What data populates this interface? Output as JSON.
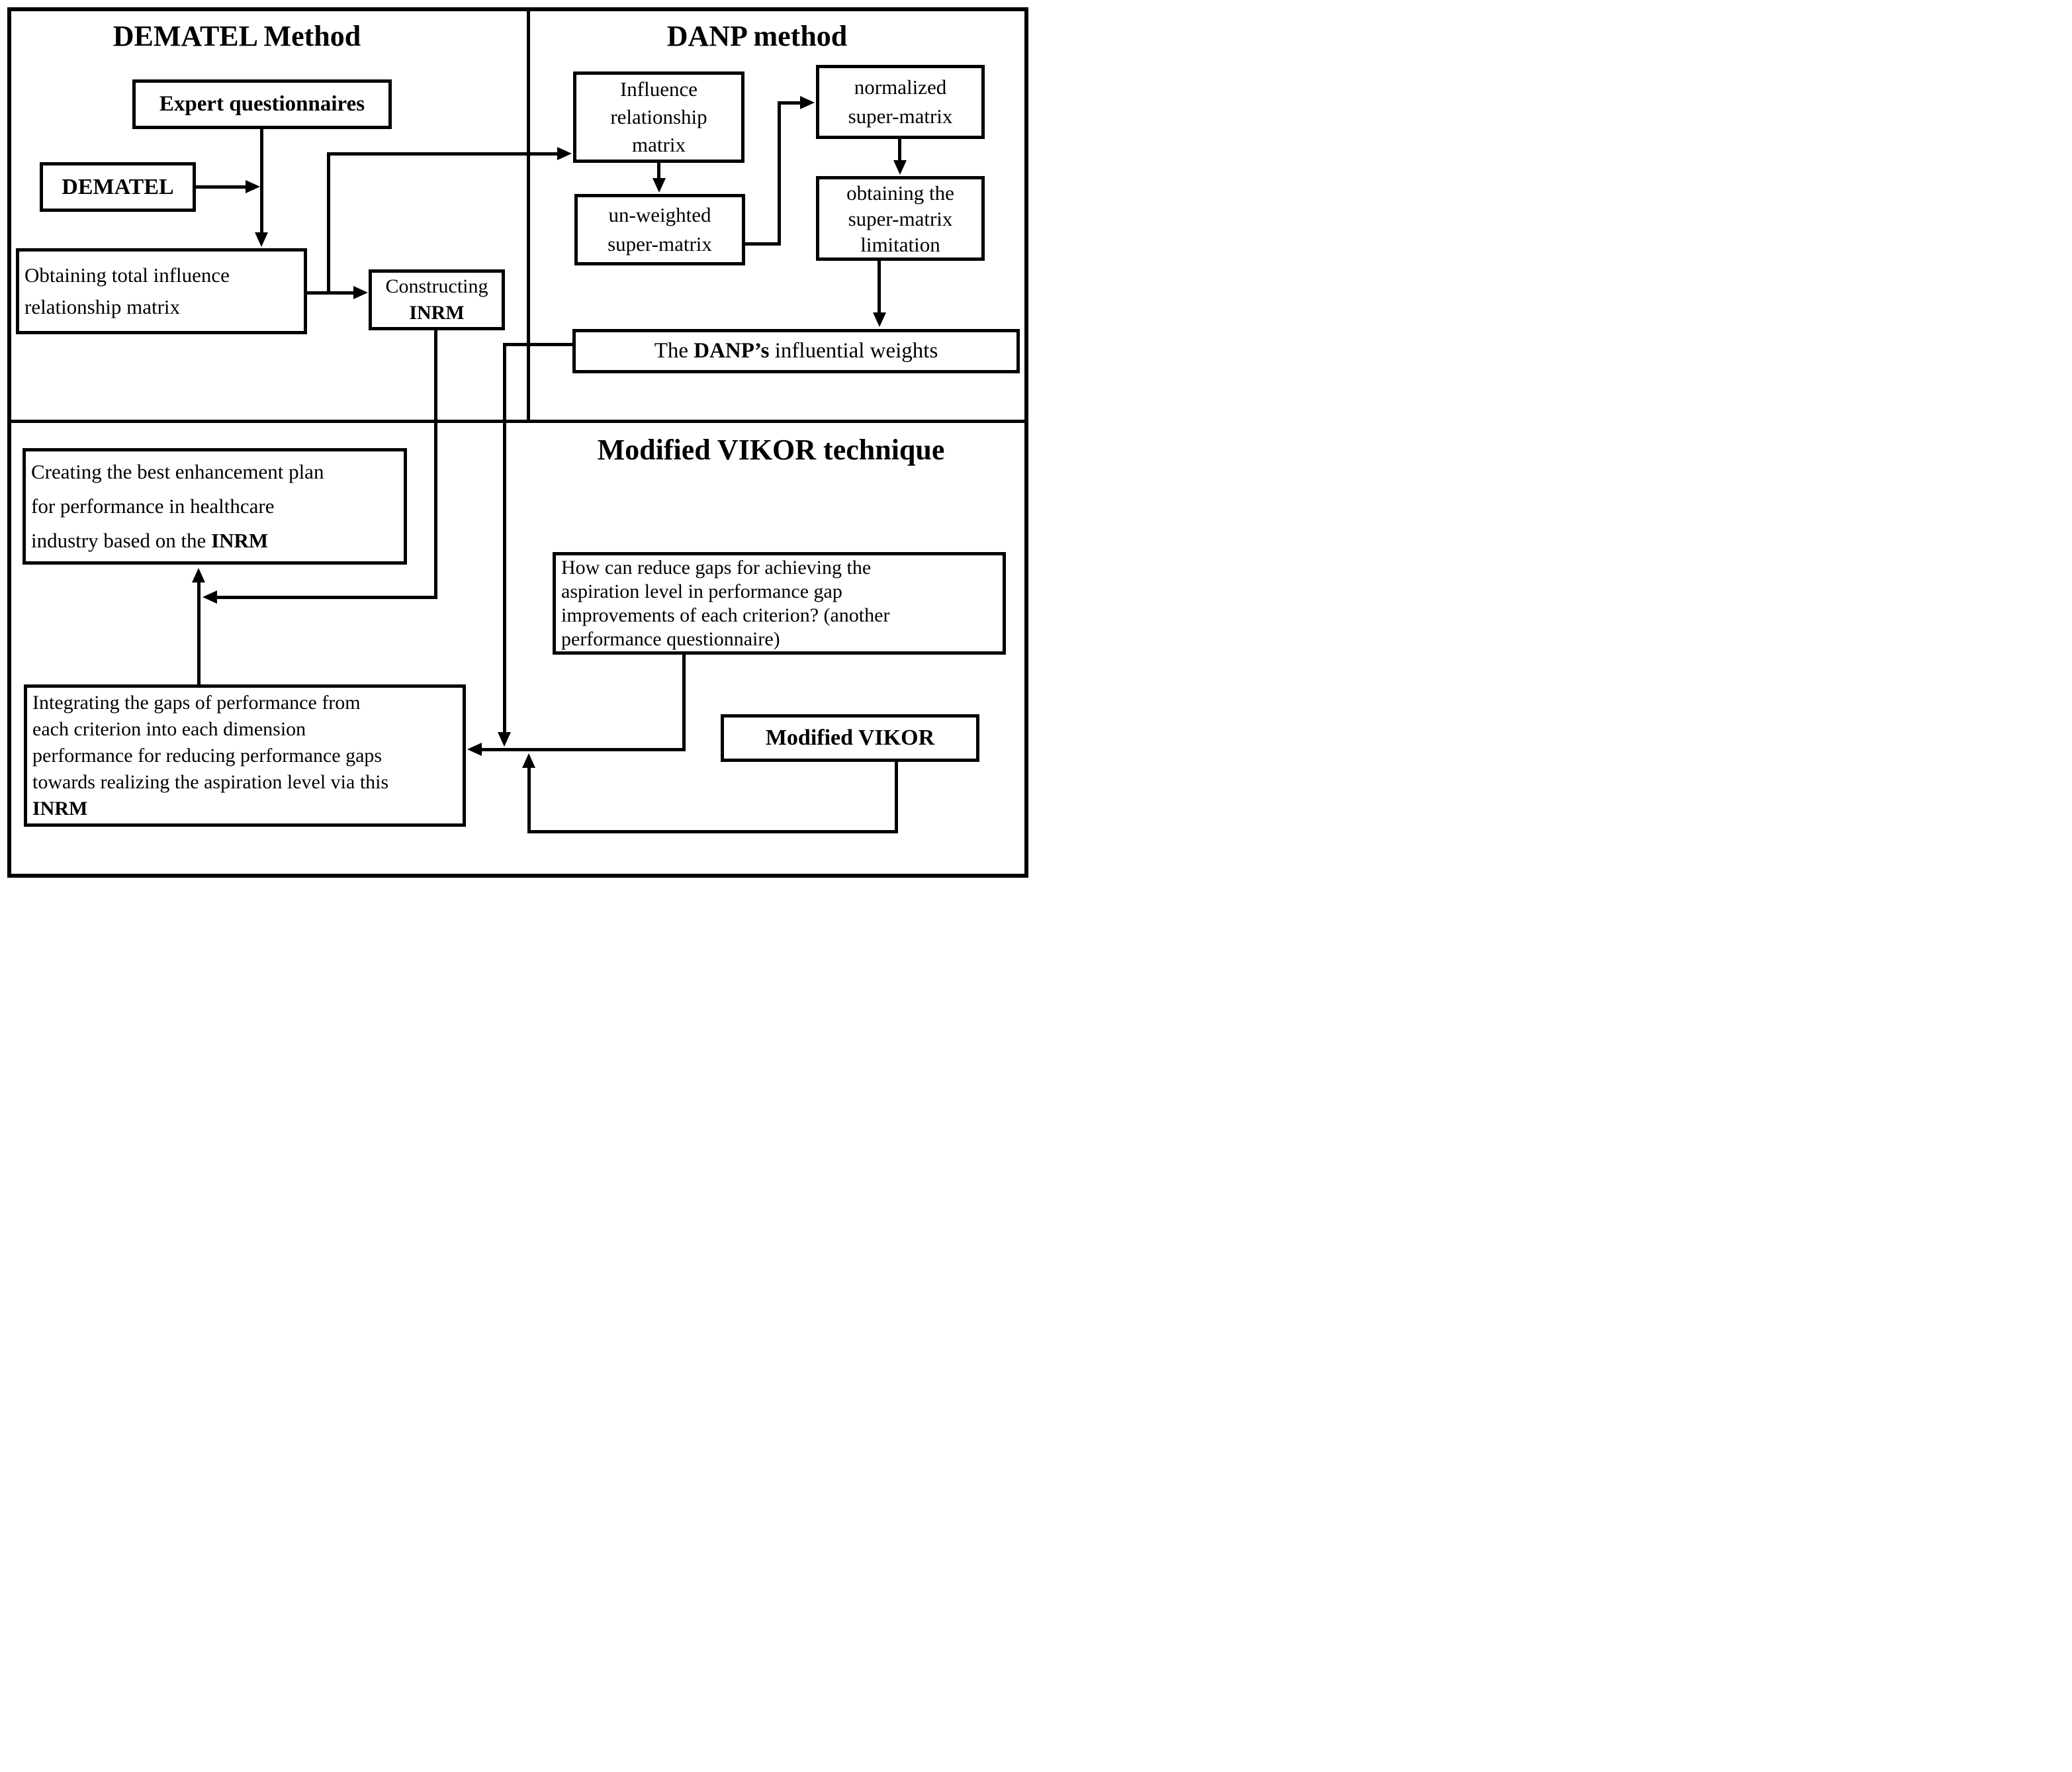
{
  "figure": {
    "colors": {
      "line": "#000000",
      "background": "#ffffff"
    },
    "titles": {
      "dematel": "DEMATEL Method",
      "danp": "DANP method",
      "vikor": "Modified VIKOR technique"
    },
    "boxes": {
      "expert": {
        "label": "Expert questionnaires"
      },
      "dematel": {
        "label": "DEMATEL"
      },
      "obtaining_total": {
        "line1": "Obtaining total influence",
        "line2": "relationship matrix"
      },
      "constructing": {
        "line1": "Constructing",
        "line2_bold": "INRM"
      },
      "influence": {
        "line1": "Influence",
        "line2": "relationship",
        "line3": "matrix"
      },
      "unweighted": {
        "line1": "un-weighted",
        "line2": "super-matrix"
      },
      "normalized": {
        "line1": "normalized",
        "line2": "super-matrix"
      },
      "limitation": {
        "line1": "obtaining the",
        "line2": "super-matrix",
        "line3": "limitation"
      },
      "danp_weights": {
        "prefix": "The ",
        "bold": "DANP’s",
        "suffix": " influential weights"
      },
      "creating": {
        "line1": "Creating the best enhancement plan",
        "line2": "for performance in healthcare",
        "line3_prefix": "industry based on the ",
        "line3_bold": "INRM"
      },
      "howcan": {
        "line1": "How can reduce gaps for achieving the",
        "line2": "aspiration level in performance gap",
        "line3": "improvements of each criterion? (another",
        "line4": "performance questionnaire)"
      },
      "integrating": {
        "line1": "Integrating the gaps of performance from",
        "line2": "each criterion into each dimension",
        "line3": "performance for reducing performance gaps",
        "line4": "towards realizing the aspiration level via this",
        "line5_bold": "INRM"
      },
      "modified_vikor": {
        "label": "Modified VIKOR"
      }
    }
  }
}
